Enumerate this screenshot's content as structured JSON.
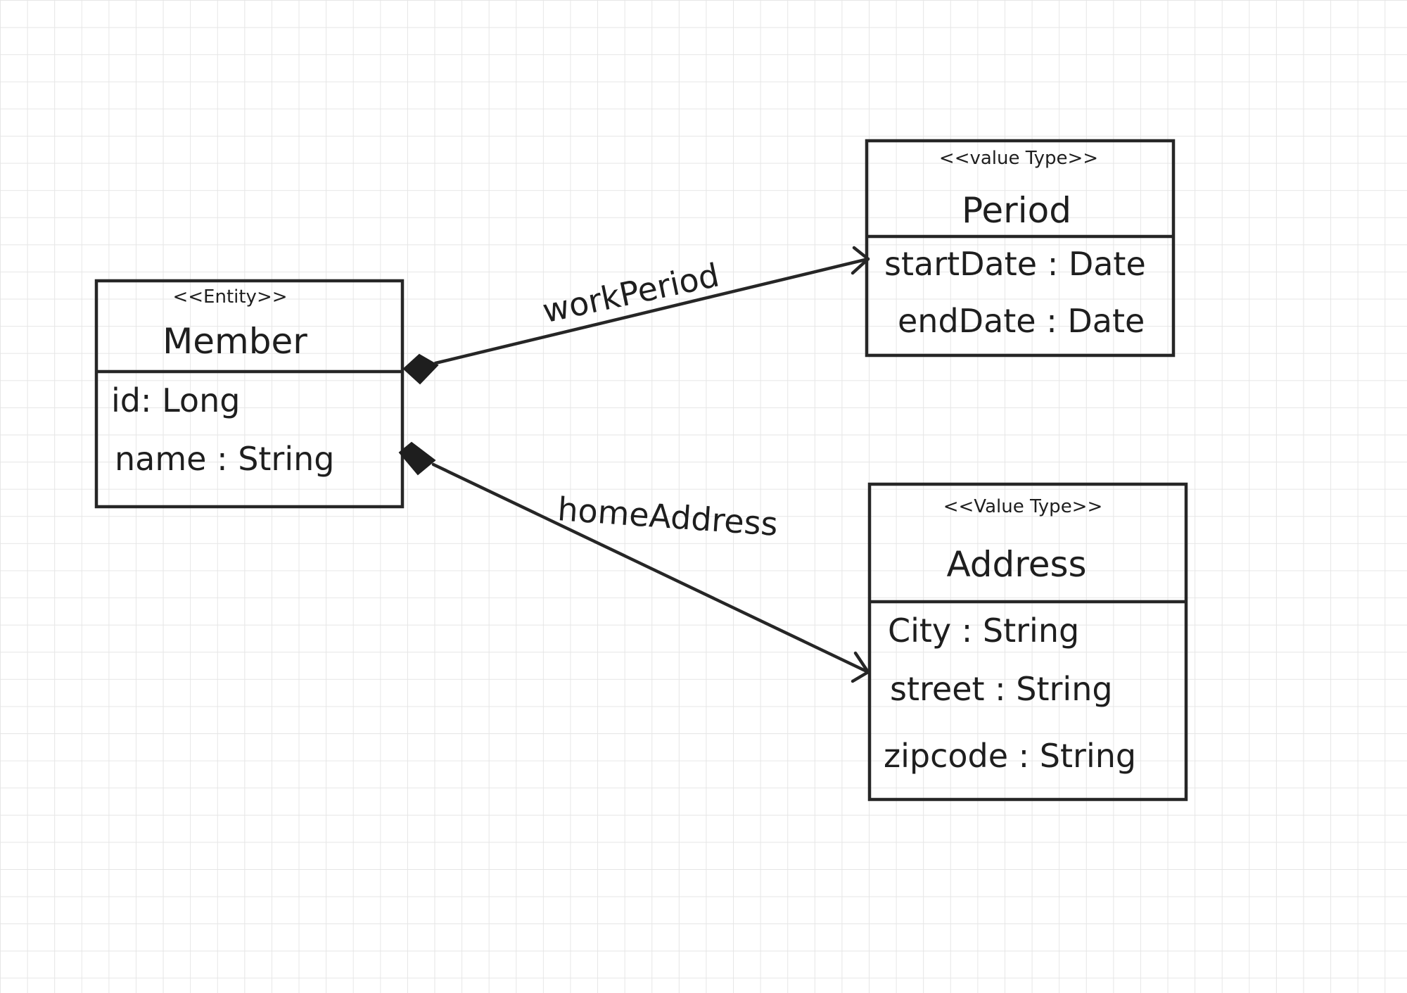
{
  "classes": {
    "member": {
      "stereotype": "<<Entity>>",
      "name": "Member",
      "attributes": [
        "id: Long",
        "name : String"
      ]
    },
    "period": {
      "stereotype": "<<value Type>>",
      "name": "Period",
      "attributes": [
        "startDate : Date",
        "endDate : Date"
      ]
    },
    "address": {
      "stereotype": "<<Value Type>>",
      "name": "Address",
      "attributes": [
        "City : String",
        "street : String",
        "zipcode : String"
      ]
    }
  },
  "associations": {
    "work_period": {
      "label": "workPeriod",
      "type": "composition"
    },
    "home_address": {
      "label": "homeAddress",
      "type": "composition"
    }
  }
}
